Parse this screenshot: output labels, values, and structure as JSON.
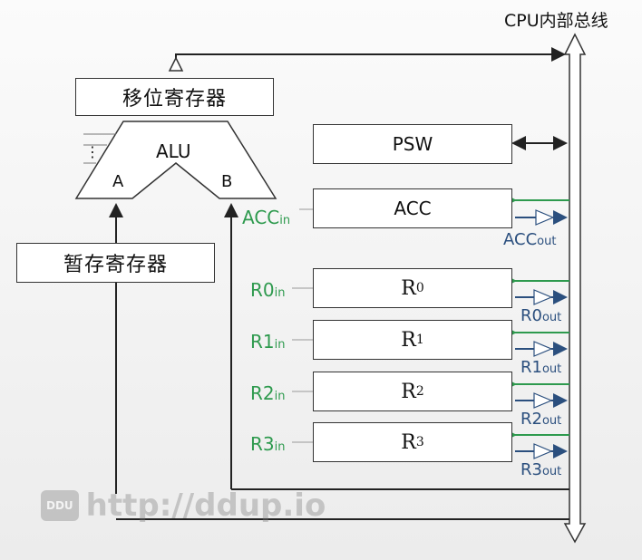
{
  "bus_label": "CPU内部总线",
  "shift_register": "移位寄存器",
  "temp_register": "暂存寄存器",
  "alu": {
    "label": "ALU",
    "input_a": "A",
    "input_b": "B",
    "dots": "⋮"
  },
  "psw": "PSW",
  "acc": {
    "label": "ACC",
    "in": "ACC",
    "in_sub": "in",
    "out": "ACC",
    "out_sub": "out"
  },
  "registers": [
    {
      "name": "R",
      "sub": "0",
      "in": "R0",
      "in_sub": "in",
      "out": "R0",
      "out_sub": "out"
    },
    {
      "name": "R",
      "sub": "1",
      "in": "R1",
      "in_sub": "in",
      "out": "R1",
      "out_sub": "out"
    },
    {
      "name": "R",
      "sub": "2",
      "in": "R2",
      "in_sub": "in",
      "out": "R2",
      "out_sub": "out"
    },
    {
      "name": "R",
      "sub": "3",
      "in": "R3",
      "in_sub": "in",
      "out": "R3",
      "out_sub": "out"
    }
  ],
  "watermark": {
    "logo": "DDU",
    "url": "http://ddup.io"
  },
  "colors": {
    "in_signal": "#2e9a4e",
    "out_signal": "#2b4f7e",
    "wire": "#222222"
  }
}
